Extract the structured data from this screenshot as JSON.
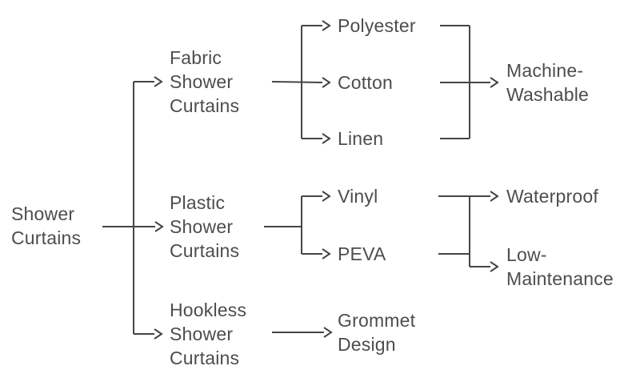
{
  "diagram": {
    "type": "tree-flowchart",
    "direction": "left-to-right",
    "colors": {
      "line": "#454545",
      "text": "#4d4d4d",
      "background": "#ffffff"
    },
    "nodes": {
      "root": "Shower\nCurtains",
      "fabric": "Fabric\nShower\nCurtains",
      "plastic": "Plastic\nShower\nCurtains",
      "hookless": "Hookless\nShower\nCurtains",
      "polyester": "Polyester",
      "cotton": "Cotton",
      "linen": "Linen",
      "vinyl": "Vinyl",
      "peva": "PEVA",
      "grommet_design": "Grommet\nDesign",
      "machine_washable": "Machine-\nWashable",
      "waterproof": "Waterproof",
      "low_maintenance": "Low-\nMaintenance"
    },
    "edges": [
      {
        "from": "Shower Curtains",
        "to": "Fabric Shower Curtains"
      },
      {
        "from": "Shower Curtains",
        "to": "Plastic Shower Curtains"
      },
      {
        "from": "Shower Curtains",
        "to": "Hookless Shower Curtains"
      },
      {
        "from": "Fabric Shower Curtains",
        "to": "Polyester"
      },
      {
        "from": "Fabric Shower Curtains",
        "to": "Cotton"
      },
      {
        "from": "Fabric Shower Curtains",
        "to": "Linen"
      },
      {
        "from": "Polyester",
        "to": "Machine-Washable"
      },
      {
        "from": "Cotton",
        "to": "Machine-Washable"
      },
      {
        "from": "Linen",
        "to": "Machine-Washable"
      },
      {
        "from": "Plastic Shower Curtains",
        "to": "Vinyl"
      },
      {
        "from": "Plastic Shower Curtains",
        "to": "PEVA"
      },
      {
        "from": "Vinyl",
        "to": "Waterproof"
      },
      {
        "from": "Vinyl",
        "to": "Low-Maintenance"
      },
      {
        "from": "PEVA",
        "to": "Waterproof"
      },
      {
        "from": "PEVA",
        "to": "Low-Maintenance"
      },
      {
        "from": "Hookless Shower Curtains",
        "to": "Grommet Design"
      }
    ]
  }
}
